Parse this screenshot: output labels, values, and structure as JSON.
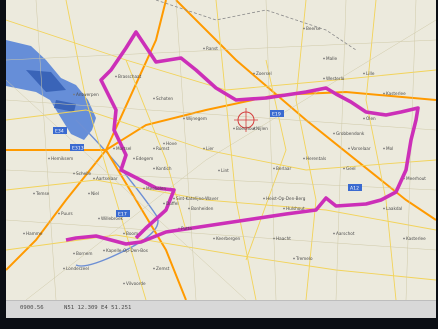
{
  "status_bar": {
    "left": "0900.56",
    "coords": "N51 12.309 E4 51.251"
  },
  "map": {
    "route_color": "#cc2fb8",
    "motorway_color": "#ff9a00",
    "road_color": "#f2d35a",
    "water_color": "#4f7ed7",
    "marker_icon": "crosshair-icon",
    "place_labels": [
      "Antwerpen",
      "Brasschaat",
      "Schoten",
      "Wijnegem",
      "Mortsel",
      "Kontich",
      "Zoersel",
      "Lier",
      "Nijlen",
      "Herentals",
      "Geel",
      "Mol",
      "Westerlo",
      "Heist-Op-Den-Berg",
      "Mechelen",
      "Duffel",
      "Bonheiden",
      "Putte",
      "Keerbergen",
      "Boom",
      "Willebroek",
      "Puurs",
      "Temse",
      "Hamme",
      "Bornem",
      "Sint-Katelijne-Waver",
      "Haacht",
      "Tremelo",
      "Aarschot",
      "Kapelle-Op-Den-Bos",
      "Londerzeel",
      "Zemst",
      "Vilvoorde",
      "Olen",
      "Kasterlee",
      "Meerhout",
      "Laakdal",
      "Hulshout",
      "Beerse",
      "Malle",
      "Ranst",
      "Boechout",
      "Lint",
      "Hove",
      "Edegem",
      "Aartselaar",
      "Hemiksem",
      "Schelle",
      "Niel",
      "Rumst",
      "Berlaar",
      "Grobbendonk",
      "Vorselaar",
      "Lille",
      "Kasterlee"
    ],
    "road_labels": [
      "E34",
      "E313",
      "E19",
      "A12",
      "E17"
    ]
  }
}
